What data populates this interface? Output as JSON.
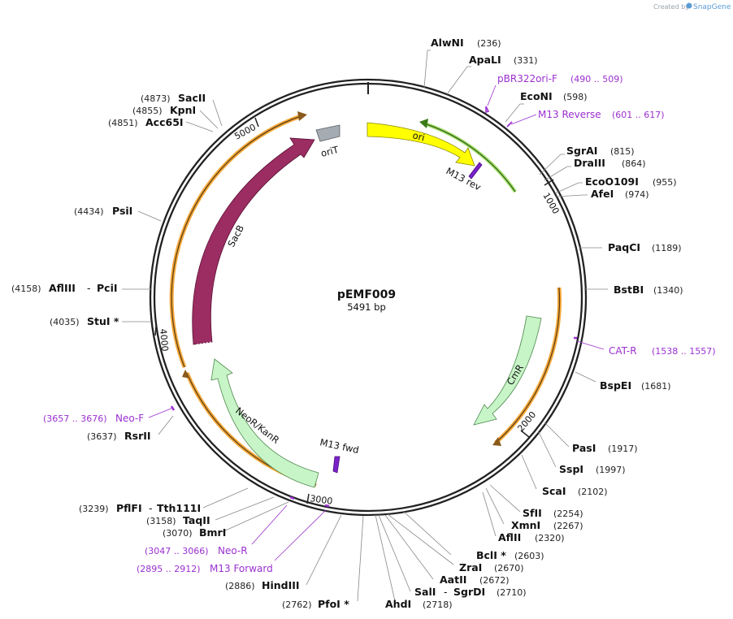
{
  "credit": {
    "created_by": "Created by",
    "brand": "SnapGene"
  },
  "plasmid": {
    "name": "pEMF009",
    "length_label": "5491 bp",
    "length": 5491
  },
  "ticks": [
    {
      "label": "1000",
      "pos": 1000
    },
    {
      "label": "2000",
      "pos": 2000
    },
    {
      "label": "3000",
      "pos": 3000
    },
    {
      "label": "4000",
      "pos": 4000
    },
    {
      "label": "5000",
      "pos": 5000
    }
  ],
  "sites": [
    {
      "id": "alwni",
      "name": "AlwNI",
      "pos": "(236)"
    },
    {
      "id": "apali",
      "name": "ApaLI",
      "pos": "(331)"
    },
    {
      "id": "econi",
      "name": "EcoNI",
      "pos": "(598)"
    },
    {
      "id": "sgrai",
      "name": "SgrAI",
      "pos": "(815)"
    },
    {
      "id": "draiii",
      "name": "DraIII",
      "pos": "(864)"
    },
    {
      "id": "eco0109i",
      "name": "EcoO109I",
      "pos": "(955)"
    },
    {
      "id": "afei",
      "name": "AfeI",
      "pos": "(974)"
    },
    {
      "id": "paqci",
      "name": "PaqCI",
      "pos": "(1189)"
    },
    {
      "id": "bstbi",
      "name": "BstBI",
      "pos": "(1340)"
    },
    {
      "id": "bspei",
      "name": "BspEI",
      "pos": "(1681)"
    },
    {
      "id": "pasi",
      "name": "PasI",
      "pos": "(1917)"
    },
    {
      "id": "sspi",
      "name": "SspI",
      "pos": "(1997)"
    },
    {
      "id": "scai",
      "name": "ScaI",
      "pos": "(2102)"
    },
    {
      "id": "sfii",
      "name": "SfII",
      "pos": "(2254)"
    },
    {
      "id": "xmni",
      "name": "XmnI",
      "pos": "(2267)"
    },
    {
      "id": "afliii_2320",
      "name": "AflII",
      "pos": "(2320)"
    },
    {
      "id": "bcli",
      "name": "BclI *",
      "pos": "(2603)"
    },
    {
      "id": "zrai",
      "name": "ZraI",
      "pos": "(2670)"
    },
    {
      "id": "aatii",
      "name": "AatII",
      "pos": "(2672)"
    },
    {
      "id": "sali",
      "name": "SalI",
      "sep": "-",
      "name2": "SgrDI",
      "pos": "(2710)"
    },
    {
      "id": "ahdi",
      "name": "AhdI",
      "pos": "(2718)"
    },
    {
      "id": "pfoi",
      "name": "PfoI *",
      "pos": "(2762)"
    },
    {
      "id": "hindiii",
      "name": "HindIII",
      "pos": "(2886)"
    },
    {
      "id": "bmri",
      "name": "BmrI",
      "pos": "(3070)"
    },
    {
      "id": "taqii",
      "name": "TaqII",
      "pos": "(3158)"
    },
    {
      "id": "pflfi",
      "name": "PflFI",
      "sep": "-",
      "name2": "Tth111I",
      "pos": "(3239)"
    },
    {
      "id": "rsrii",
      "name": "RsrII",
      "pos": "(3637)"
    },
    {
      "id": "stui",
      "name": "StuI *",
      "pos": "(4035)"
    },
    {
      "id": "afliii",
      "name": "AflIII",
      "sep": "-",
      "name2": "PciI",
      "pos": "(4158)"
    },
    {
      "id": "psii",
      "name": "PsiI",
      "pos": "(4434)"
    },
    {
      "id": "acc65i",
      "name": "Acc65I",
      "pos": "(4851)"
    },
    {
      "id": "kpni",
      "name": "KpnI",
      "pos": "(4855)"
    },
    {
      "id": "sacii",
      "name": "SacII",
      "pos": "(4873)"
    }
  ],
  "primers": [
    {
      "id": "pbr322ori",
      "name": "pBR322ori-F",
      "range": "(490 .. 509)"
    },
    {
      "id": "m13rev",
      "name": "M13 Reverse",
      "range": "(601 .. 617)"
    },
    {
      "id": "catr",
      "name": "CAT-R",
      "range": "(1538 .. 1557)"
    },
    {
      "id": "neof",
      "name": "Neo-F",
      "range": "(3657 .. 3676)"
    },
    {
      "id": "neor",
      "name": "Neo-R",
      "range": "(3047 .. 3066)"
    },
    {
      "id": "m13fwd",
      "name": "M13 Forward",
      "range": "(2895 .. 2912)"
    }
  ],
  "features": [
    {
      "id": "ori",
      "label": "ori",
      "color": "#ffff00"
    },
    {
      "id": "m13rev",
      "label": "M13 rev",
      "color": "#8a2be2"
    },
    {
      "id": "orit",
      "label": "oriT",
      "color": "#a0a8b0"
    },
    {
      "id": "sacb",
      "label": "SacB",
      "color": "#9b2d62"
    },
    {
      "id": "cmr",
      "label": "CmR",
      "color": "#c8f5c8"
    },
    {
      "id": "neokanr",
      "label": "NeoR/KanR",
      "color": "#c8f5c8"
    },
    {
      "id": "m13fwd",
      "label": "M13 fwd",
      "color": "#8a2be2"
    }
  ],
  "colors": {
    "primer": "#9b30d0",
    "orf_outline": "#f4a93a",
    "ori_outline": "#5aa02c",
    "backbone": "#222222"
  }
}
